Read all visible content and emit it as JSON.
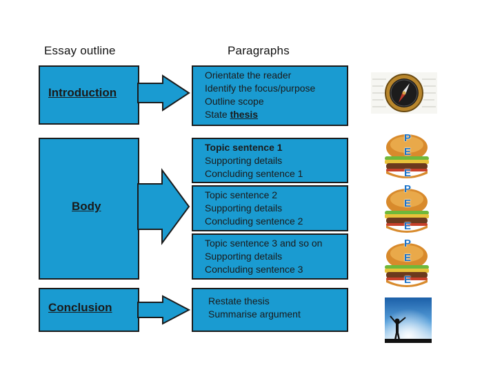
{
  "headings": {
    "left": "Essay outline",
    "right": "Paragraphs"
  },
  "sections": [
    {
      "label": "Introduction"
    },
    {
      "label": "Body"
    },
    {
      "label": "Conclusion"
    }
  ],
  "paragraphs": {
    "intro": {
      "lines": [
        "Orientate the reader",
        "Identify the focus/purpose",
        "Outline scope"
      ],
      "last_prefix": "State ",
      "last_emphasis": "thesis"
    },
    "body1": [
      "Topic sentence 1",
      "Supporting details",
      "Concluding sentence 1"
    ],
    "body2": [
      "Topic sentence 2",
      "Supporting details",
      "Concluding sentence 2"
    ],
    "body3": [
      "Topic sentence 3 and so on",
      "Supporting details",
      "Concluding sentence 3"
    ],
    "conclusion": [
      "Restate thesis",
      "Summarise argument"
    ]
  },
  "burger_letters": [
    "P",
    "E",
    "E"
  ],
  "colors": {
    "box_fill": "#1a9bd1",
    "border": "#1a1a1a",
    "letter": "#1a73c9"
  },
  "icons": {
    "intro": "compass-icon",
    "body": "burger-icon",
    "conclusion": "sky-figure-icon"
  }
}
